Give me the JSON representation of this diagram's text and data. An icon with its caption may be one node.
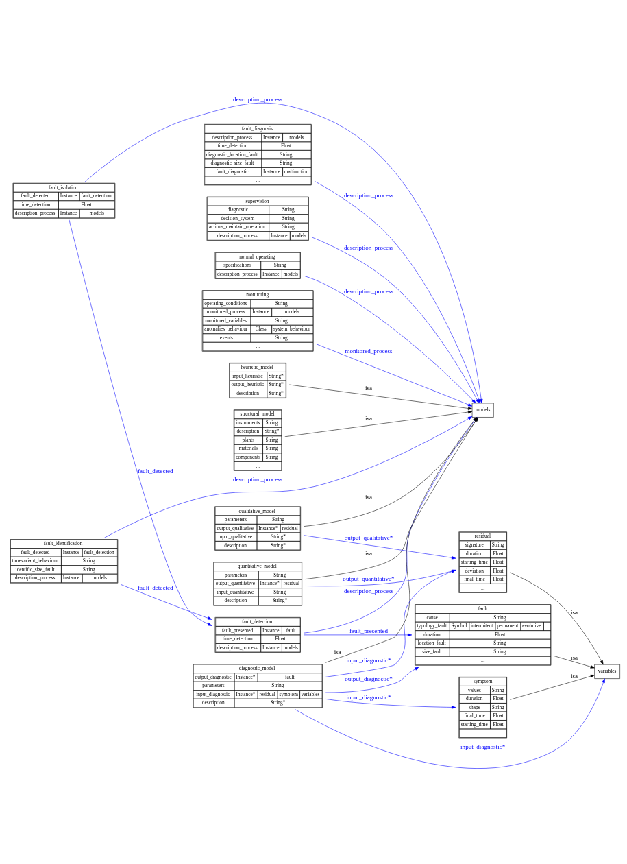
{
  "diagram": {
    "nodes": [
      {
        "text": [
          "fault_identification",
          "fault_detected",
          "Instance",
          "fault_detection",
          "timevariant_behaviour",
          "String",
          "identific_size_fault",
          "String",
          "description_process",
          "Instance",
          "models"
        ]
      },
      {
        "text": [
          "fault_detection",
          "fault_presented",
          "Instance",
          "fault",
          "time_detection",
          "Float",
          "description_process",
          "Instance",
          "models"
        ]
      },
      {
        "text": [
          "fault_isolation",
          "fault_detected",
          "Instance",
          "fault_detection",
          "time_detection",
          "Float",
          "description_process",
          "Instance",
          "models"
        ]
      },
      {
        "text": [
          "fault_diagnosis",
          "description_process",
          "Instance",
          "models",
          "time_detection",
          "Float",
          "diagnostic_location_fault",
          "String",
          "diagnostic_size_fault",
          "String",
          "fault_diagnostic",
          "Instance",
          "malfunction",
          "..."
        ]
      },
      {
        "text": [
          "supervision",
          "diagnostic",
          "String",
          "decision_system",
          "String",
          "actions_maintain_operation",
          "String",
          "description_process",
          "Instance",
          "models"
        ]
      },
      {
        "text": [
          "normal_operating",
          "specifications",
          "String",
          "description_process",
          "Instance",
          "models"
        ]
      },
      {
        "text": [
          "monitoring",
          "operating_conditions",
          "String",
          "monitored_process",
          "Instance",
          "models",
          "monitored_variables",
          "String",
          "anomalies_behaviour",
          "Class",
          "system_behaviour",
          "events",
          "String",
          "..."
        ]
      },
      {
        "text": [
          "models"
        ]
      },
      {
        "text": [
          "diagnostic_model",
          "output_diagnostic",
          "Instance*",
          "fault",
          "parameters",
          "String",
          "input_diagnostic",
          "Instance*",
          "residual",
          "symptom",
          "variables",
          "description",
          "String*"
        ]
      },
      {
        "text": [
          "heuristic_model",
          "input_heuristic",
          "String*",
          "output_heuristic",
          "String*",
          "description",
          "String*"
        ]
      },
      {
        "text": [
          "structural_model",
          "instruments",
          "String",
          "description",
          "String*",
          "plants",
          "String",
          "materials",
          "String",
          "components",
          "String",
          "..."
        ]
      },
      {
        "text": [
          "quantitative_model",
          "parameters",
          "String",
          "output_quantitative",
          "Instance*",
          "residual",
          "input_quantitative",
          "String",
          "description",
          "String*"
        ]
      },
      {
        "text": [
          "qualitative_model",
          "parameters",
          "String",
          "output_qualitative",
          "Instance*",
          "residual",
          "input_qualitative",
          "String*",
          "description",
          "String*"
        ]
      },
      {
        "text": [
          "variables"
        ]
      },
      {
        "text": [
          "fault",
          "cause",
          "String",
          "typology_fault",
          "Symbol",
          "intermitent",
          "permanent",
          "evolutive",
          "...",
          "duration",
          "Float",
          "location_fault",
          "String",
          "size_fault",
          "String",
          "..."
        ]
      },
      {
        "text": [
          "symptom",
          "values",
          "String",
          "duration",
          "Float",
          "shape",
          "String",
          "final_time",
          "Float",
          "starting_time",
          "Float",
          "..."
        ]
      },
      {
        "text": [
          "residual",
          "signature",
          "String",
          "duration",
          "Float",
          "starting_time",
          "Float",
          "deviation",
          "Float",
          "final_time",
          "Float",
          "..."
        ]
      }
    ],
    "edges": [
      {
        "from": 0,
        "to": 1,
        "arrow": "to",
        "label": "fault_detected"
      },
      {
        "from": 0,
        "to": 7,
        "arrow": "to",
        "label": "description_process"
      },
      {
        "from": 2,
        "to": 1,
        "arrow": "to",
        "label": "fault_detected"
      },
      {
        "from": 2,
        "to": 7,
        "arrow": "to",
        "label": "description_process"
      },
      {
        "from": 1,
        "to": 7,
        "arrow": "to",
        "label": "description_process"
      },
      {
        "from": 1,
        "to": 14,
        "arrow": "to",
        "label": "fault_presented"
      },
      {
        "from": 3,
        "to": 7,
        "arrow": "to",
        "label": "description_process"
      },
      {
        "from": 4,
        "to": 7,
        "arrow": "to",
        "label": "description_process"
      },
      {
        "from": 5,
        "to": 7,
        "arrow": "to",
        "label": "description_process"
      },
      {
        "from": 6,
        "to": 7,
        "arrow": "to",
        "label": "monitored_process"
      },
      {
        "from": 8,
        "to": 7,
        "arrow": "to",
        "label": "isa",
        "color": "#000000"
      },
      {
        "from": 9,
        "to": 7,
        "arrow": "to",
        "label": "isa",
        "color": "#000000"
      },
      {
        "from": 10,
        "to": 7,
        "arrow": "to",
        "label": "isa",
        "color": "#000000"
      },
      {
        "from": 11,
        "to": 7,
        "arrow": "to",
        "label": "isa",
        "color": "#000000"
      },
      {
        "from": 12,
        "to": 7,
        "arrow": "to",
        "label": "isa",
        "color": "#000000"
      },
      {
        "from": 8,
        "to": 14,
        "arrow": "to",
        "label": "output_diagnostic*"
      },
      {
        "from": 8,
        "to": 15,
        "arrow": "to",
        "label": "input_diagnostic*"
      },
      {
        "from": 8,
        "to": 13,
        "arrow": "to",
        "label": "input_diagnostic*"
      },
      {
        "from": 8,
        "to": 16,
        "arrow": "to",
        "label": "input_diagnostic*"
      },
      {
        "from": 11,
        "to": 16,
        "arrow": "to",
        "label": "output_quantitative*"
      },
      {
        "from": 12,
        "to": 16,
        "arrow": "to",
        "label": "output_qualitative*"
      },
      {
        "from": 14,
        "to": 13,
        "arrow": "to",
        "label": "isa",
        "color": "#000000"
      },
      {
        "from": 15,
        "to": 13,
        "arrow": "to",
        "label": "isa",
        "color": "#000000"
      },
      {
        "from": 16,
        "to": 13,
        "arrow": "to",
        "label": "isa",
        "color": "#000000"
      }
    ]
  }
}
